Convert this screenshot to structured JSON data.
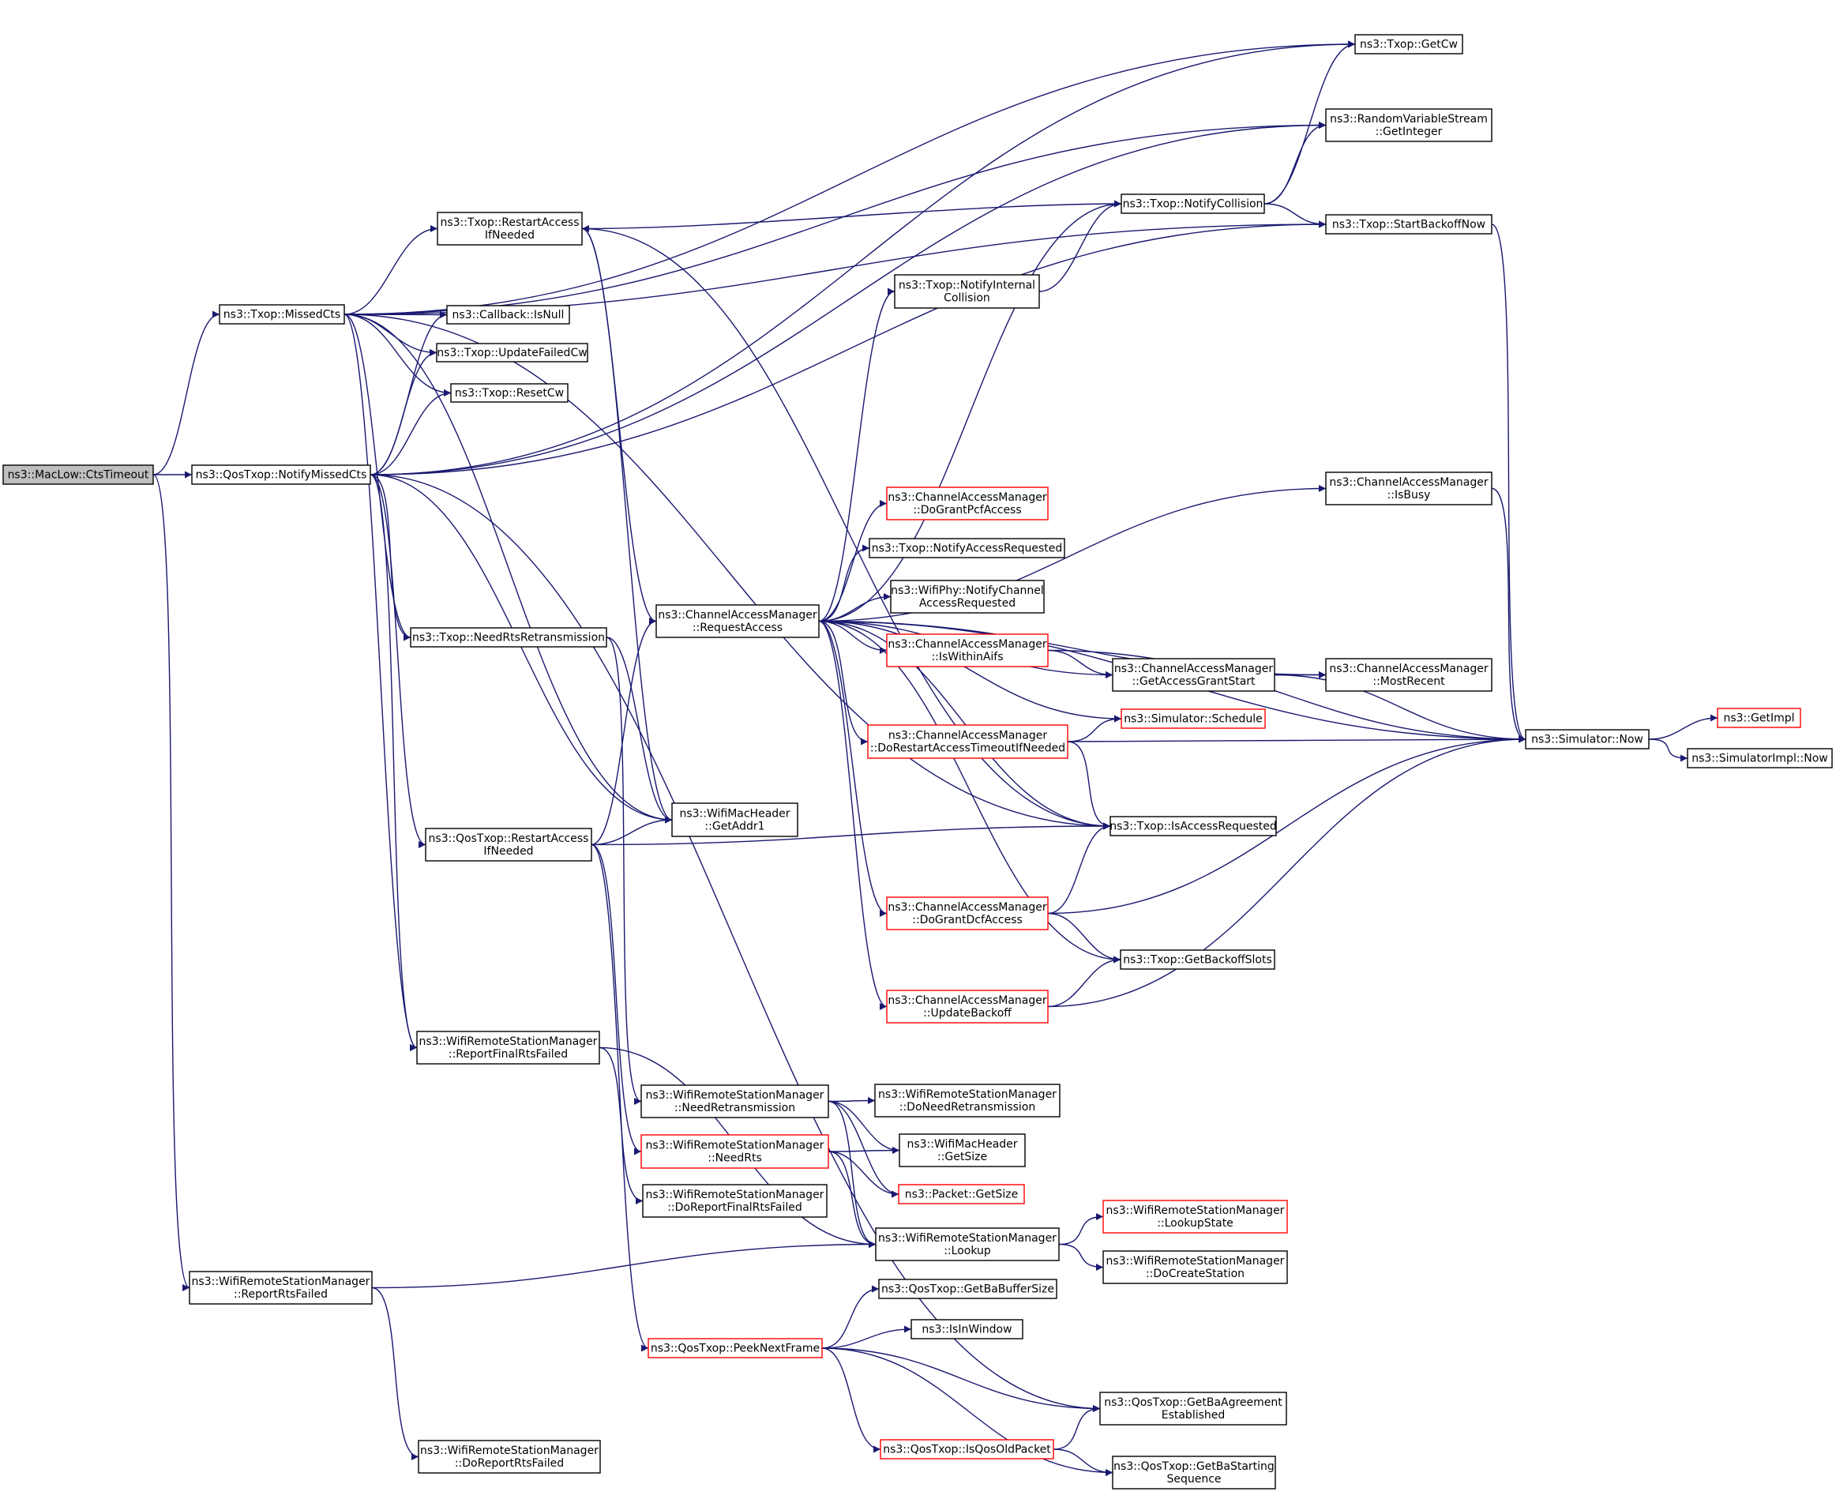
{
  "colors": {
    "edge": "#191970",
    "border_default": "#000000",
    "border_red": "#ff0000",
    "root_fill": "#bfbfbf"
  },
  "nodes": [
    {
      "id": "ctsTimeout",
      "lines": [
        "ns3::MacLow::CtsTimeout"
      ],
      "border": "default",
      "root": true
    },
    {
      "id": "missedCts",
      "lines": [
        "ns3::Txop::MissedCts"
      ],
      "border": "default"
    },
    {
      "id": "notifyMissedCts",
      "lines": [
        "ns3::QosTxop::NotifyMissedCts"
      ],
      "border": "default"
    },
    {
      "id": "reportRtsFailed",
      "lines": [
        "ns3::WifiRemoteStationManager",
        "::ReportRtsFailed"
      ],
      "border": "default"
    },
    {
      "id": "txopRestartAccess",
      "lines": [
        "ns3::Txop::RestartAccess",
        "IfNeeded"
      ],
      "border": "default"
    },
    {
      "id": "isNull",
      "lines": [
        "ns3::Callback::IsNull"
      ],
      "border": "default"
    },
    {
      "id": "updateFailedCw",
      "lines": [
        "ns3::Txop::UpdateFailedCw"
      ],
      "border": "default"
    },
    {
      "id": "resetCw",
      "lines": [
        "ns3::Txop::ResetCw"
      ],
      "border": "default"
    },
    {
      "id": "needRtsRetrans",
      "lines": [
        "ns3::Txop::NeedRtsRetransmission"
      ],
      "border": "default"
    },
    {
      "id": "qosRestartAccess",
      "lines": [
        "ns3::QosTxop::RestartAccess",
        "IfNeeded"
      ],
      "border": "default"
    },
    {
      "id": "reportFinalRts",
      "lines": [
        "ns3::WifiRemoteStationManager",
        "::ReportFinalRtsFailed"
      ],
      "border": "default"
    },
    {
      "id": "doReportRtsFailed",
      "lines": [
        "ns3::WifiRemoteStationManager",
        "::DoReportRtsFailed"
      ],
      "border": "default"
    },
    {
      "id": "requestAccess",
      "lines": [
        "ns3::ChannelAccessManager",
        "::RequestAccess"
      ],
      "border": "default"
    },
    {
      "id": "getAddr1",
      "lines": [
        "ns3::WifiMacHeader",
        "::GetAddr1"
      ],
      "border": "default"
    },
    {
      "id": "needRetrans",
      "lines": [
        "ns3::WifiRemoteStationManager",
        "::NeedRetransmission"
      ],
      "border": "default"
    },
    {
      "id": "needRts",
      "lines": [
        "ns3::WifiRemoteStationManager",
        "::NeedRts"
      ],
      "border": "red"
    },
    {
      "id": "doReportFinalRts",
      "lines": [
        "ns3::WifiRemoteStationManager",
        "::DoReportFinalRtsFailed"
      ],
      "border": "default"
    },
    {
      "id": "peekNextFrame",
      "lines": [
        "ns3::QosTxop::PeekNextFrame"
      ],
      "border": "red"
    },
    {
      "id": "notifyInternal",
      "lines": [
        "ns3::Txop::NotifyInternal",
        "Collision"
      ],
      "border": "default"
    },
    {
      "id": "doGrantPcf",
      "lines": [
        "ns3::ChannelAccessManager",
        "::DoGrantPcfAccess"
      ],
      "border": "red"
    },
    {
      "id": "notifyAccessReq",
      "lines": [
        "ns3::Txop::NotifyAccessRequested"
      ],
      "border": "default"
    },
    {
      "id": "phyNotifyChannel",
      "lines": [
        "ns3::WifiPhy::NotifyChannel",
        "AccessRequested"
      ],
      "border": "default"
    },
    {
      "id": "isWithinAifs",
      "lines": [
        "ns3::ChannelAccessManager",
        "::IsWithinAifs"
      ],
      "border": "red"
    },
    {
      "id": "doRestartTimeout",
      "lines": [
        "ns3::ChannelAccessManager",
        "::DoRestartAccessTimeoutIfNeeded"
      ],
      "border": "red"
    },
    {
      "id": "doGrantDcf",
      "lines": [
        "ns3::ChannelAccessManager",
        "::DoGrantDcfAccess"
      ],
      "border": "red"
    },
    {
      "id": "updateBackoff",
      "lines": [
        "ns3::ChannelAccessManager",
        "::UpdateBackoff"
      ],
      "border": "red"
    },
    {
      "id": "doNeedRetrans",
      "lines": [
        "ns3::WifiRemoteStationManager",
        "::DoNeedRetransmission"
      ],
      "border": "default"
    },
    {
      "id": "getSize",
      "lines": [
        "ns3::WifiMacHeader",
        "::GetSize"
      ],
      "border": "default"
    },
    {
      "id": "packetGetSize",
      "lines": [
        "ns3::Packet::GetSize"
      ],
      "border": "red"
    },
    {
      "id": "lookup",
      "lines": [
        "ns3::WifiRemoteStationManager",
        "::Lookup"
      ],
      "border": "default"
    },
    {
      "id": "getBaBufferSize",
      "lines": [
        "ns3::QosTxop::GetBaBufferSize"
      ],
      "border": "default"
    },
    {
      "id": "isInWindow",
      "lines": [
        "ns3::IsInWindow"
      ],
      "border": "default"
    },
    {
      "id": "isQosOldPacket",
      "lines": [
        "ns3::QosTxop::IsQosOldPacket"
      ],
      "border": "red"
    },
    {
      "id": "notifyCollision",
      "lines": [
        "ns3::Txop::NotifyCollision"
      ],
      "border": "default"
    },
    {
      "id": "getAccessGrantStart",
      "lines": [
        "ns3::ChannelAccessManager",
        "::GetAccessGrantStart"
      ],
      "border": "default"
    },
    {
      "id": "schedule",
      "lines": [
        "ns3::Simulator::Schedule"
      ],
      "border": "red"
    },
    {
      "id": "isAccessRequested",
      "lines": [
        "ns3::Txop::IsAccessRequested"
      ],
      "border": "default"
    },
    {
      "id": "getBackoffSlots",
      "lines": [
        "ns3::Txop::GetBackoffSlots"
      ],
      "border": "default"
    },
    {
      "id": "lookupState",
      "lines": [
        "ns3::WifiRemoteStationManager",
        "::LookupState"
      ],
      "border": "red"
    },
    {
      "id": "doCreateStation",
      "lines": [
        "ns3::WifiRemoteStationManager",
        "::DoCreateStation"
      ],
      "border": "default"
    },
    {
      "id": "getBaAgreement",
      "lines": [
        "ns3::QosTxop::GetBaAgreement",
        "Established"
      ],
      "border": "default"
    },
    {
      "id": "getBaStarting",
      "lines": [
        "ns3::QosTxop::GetBaStarting",
        "Sequence"
      ],
      "border": "default"
    },
    {
      "id": "getCw",
      "lines": [
        "ns3::Txop::GetCw"
      ],
      "border": "default"
    },
    {
      "id": "getInteger",
      "lines": [
        "ns3::RandomVariableStream",
        "::GetInteger"
      ],
      "border": "default"
    },
    {
      "id": "startBackoffNow",
      "lines": [
        "ns3::Txop::StartBackoffNow"
      ],
      "border": "default"
    },
    {
      "id": "isBusy",
      "lines": [
        "ns3::ChannelAccessManager",
        "::IsBusy"
      ],
      "border": "default"
    },
    {
      "id": "mostRecent",
      "lines": [
        "ns3::ChannelAccessManager",
        "::MostRecent"
      ],
      "border": "default"
    },
    {
      "id": "simNow",
      "lines": [
        "ns3::Simulator::Now"
      ],
      "border": "default"
    },
    {
      "id": "getImpl",
      "lines": [
        "ns3::GetImpl"
      ],
      "border": "red"
    },
    {
      "id": "simImplNow",
      "lines": [
        "ns3::SimulatorImpl::Now"
      ],
      "border": "default"
    }
  ],
  "edges": [
    [
      "ctsTimeout",
      "missedCts"
    ],
    [
      "ctsTimeout",
      "notifyMissedCts"
    ],
    [
      "ctsTimeout",
      "reportRtsFailed"
    ],
    [
      "missedCts",
      "getCw"
    ],
    [
      "missedCts",
      "getInteger"
    ],
    [
      "missedCts",
      "startBackoffNow"
    ],
    [
      "missedCts",
      "txopRestartAccess"
    ],
    [
      "missedCts",
      "isNull"
    ],
    [
      "missedCts",
      "updateFailedCw"
    ],
    [
      "missedCts",
      "resetCw"
    ],
    [
      "missedCts",
      "needRtsRetrans"
    ],
    [
      "missedCts",
      "reportFinalRts"
    ],
    [
      "missedCts",
      "getAddr1"
    ],
    [
      "missedCts",
      "isAccessRequested"
    ],
    [
      "notifyMissedCts",
      "getCw"
    ],
    [
      "notifyMissedCts",
      "getInteger"
    ],
    [
      "notifyMissedCts",
      "startBackoffNow"
    ],
    [
      "notifyMissedCts",
      "isNull"
    ],
    [
      "notifyMissedCts",
      "updateFailedCw"
    ],
    [
      "notifyMissedCts",
      "resetCw"
    ],
    [
      "notifyMissedCts",
      "needRtsRetrans"
    ],
    [
      "notifyMissedCts",
      "qosRestartAccess"
    ],
    [
      "notifyMissedCts",
      "reportFinalRts"
    ],
    [
      "notifyMissedCts",
      "getAddr1"
    ],
    [
      "notifyMissedCts",
      "getBaAgreement"
    ],
    [
      "reportRtsFailed",
      "lookup"
    ],
    [
      "reportRtsFailed",
      "doReportRtsFailed"
    ],
    [
      "txopRestartAccess",
      "requestAccess"
    ],
    [
      "txopRestartAccess",
      "getAddr1"
    ],
    [
      "txopRestartAccess",
      "isAccessRequested"
    ],
    [
      "needRtsRetrans",
      "getAddr1"
    ],
    [
      "needRtsRetrans",
      "needRetrans"
    ],
    [
      "qosRestartAccess",
      "requestAccess"
    ],
    [
      "qosRestartAccess",
      "getAddr1"
    ],
    [
      "qosRestartAccess",
      "isAccessRequested"
    ],
    [
      "qosRestartAccess",
      "needRts"
    ],
    [
      "qosRestartAccess",
      "peekNextFrame"
    ],
    [
      "reportFinalRts",
      "lookup"
    ],
    [
      "reportFinalRts",
      "doReportFinalRts"
    ],
    [
      "requestAccess",
      "notifyInternal"
    ],
    [
      "requestAccess",
      "notifyCollision"
    ],
    [
      "requestAccess",
      "isBusy"
    ],
    [
      "requestAccess",
      "schedule"
    ],
    [
      "requestAccess",
      "mostRecent"
    ],
    [
      "requestAccess",
      "doGrantPcf"
    ],
    [
      "requestAccess",
      "notifyAccessReq"
    ],
    [
      "requestAccess",
      "phyNotifyChannel"
    ],
    [
      "requestAccess",
      "isWithinAifs"
    ],
    [
      "requestAccess",
      "getAccessGrantStart"
    ],
    [
      "requestAccess",
      "doRestartTimeout"
    ],
    [
      "requestAccess",
      "isAccessRequested"
    ],
    [
      "requestAccess",
      "doGrantDcf"
    ],
    [
      "requestAccess",
      "getBackoffSlots"
    ],
    [
      "requestAccess",
      "updateBackoff"
    ],
    [
      "requestAccess",
      "simNow"
    ],
    [
      "notifyInternal",
      "notifyCollision"
    ],
    [
      "notifyCollision",
      "txopRestartAccess"
    ],
    [
      "notifyCollision",
      "getCw"
    ],
    [
      "notifyCollision",
      "getInteger"
    ],
    [
      "notifyCollision",
      "startBackoffNow"
    ],
    [
      "startBackoffNow",
      "simNow"
    ],
    [
      "isBusy",
      "simNow"
    ],
    [
      "isWithinAifs",
      "getAccessGrantStart"
    ],
    [
      "isWithinAifs",
      "simNow"
    ],
    [
      "getAccessGrantStart",
      "mostRecent"
    ],
    [
      "getAccessGrantStart",
      "simNow"
    ],
    [
      "doRestartTimeout",
      "schedule"
    ],
    [
      "doRestartTimeout",
      "simNow"
    ],
    [
      "doRestartTimeout",
      "isAccessRequested"
    ],
    [
      "doGrantDcf",
      "isAccessRequested"
    ],
    [
      "doGrantDcf",
      "simNow"
    ],
    [
      "doGrantDcf",
      "getBackoffSlots"
    ],
    [
      "updateBackoff",
      "getBackoffSlots"
    ],
    [
      "updateBackoff",
      "simNow"
    ],
    [
      "simNow",
      "getImpl"
    ],
    [
      "simNow",
      "simImplNow"
    ],
    [
      "needRetrans",
      "doNeedRetrans"
    ],
    [
      "needRetrans",
      "getSize"
    ],
    [
      "needRetrans",
      "packetGetSize"
    ],
    [
      "needRetrans",
      "lookup"
    ],
    [
      "needRts",
      "getSize"
    ],
    [
      "needRts",
      "packetGetSize"
    ],
    [
      "needRts",
      "lookup"
    ],
    [
      "lookup",
      "lookupState"
    ],
    [
      "lookup",
      "doCreateStation"
    ],
    [
      "peekNextFrame",
      "getBaBufferSize"
    ],
    [
      "peekNextFrame",
      "isInWindow"
    ],
    [
      "peekNextFrame",
      "getBaAgreement"
    ],
    [
      "peekNextFrame",
      "isQosOldPacket"
    ],
    [
      "peekNextFrame",
      "getBaStarting"
    ],
    [
      "isQosOldPacket",
      "getBaAgreement"
    ],
    [
      "isQosOldPacket",
      "getBaStarting"
    ]
  ]
}
